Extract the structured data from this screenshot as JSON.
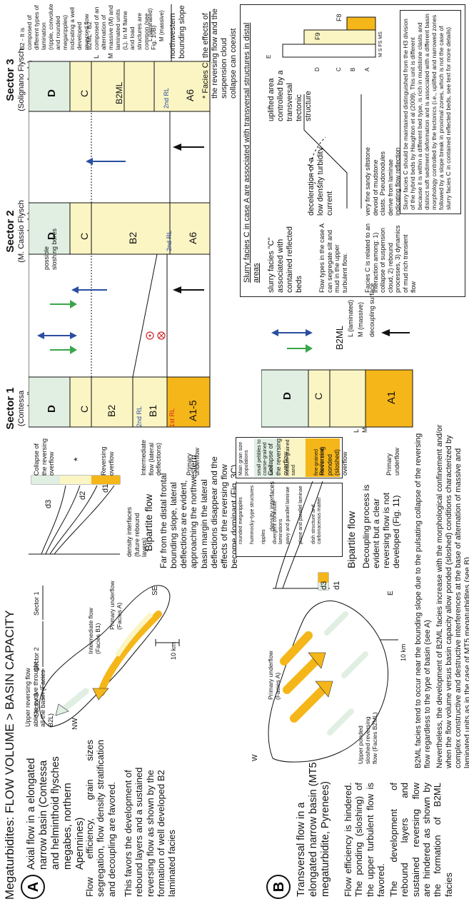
{
  "title": "Megaturbidites: FLOW VOLUME > BASIN CAPACITY",
  "colors": {
    "yellow": "#f5b619",
    "paleYellow": "#fbf5c4",
    "paleGreen": "#e1efe3",
    "green": "#3aa64a",
    "blue": "#2a4ea0",
    "red": "#d3262a"
  },
  "panelA": {
    "badge": "A",
    "heading": "Axial flow in a elongated narrow basin (Contessa and helminthoid flysches megabes, northern Apennines)",
    "para1": "Flow efficiency, grain sizes segregation, flow density stratification and decoupling are favored.",
    "para2": "This favors the development of rebound layers and a sustained reversing flow as shown by the formation of well developed B2 laminated facies",
    "map": {
      "upper_reversing": "Upper reversing flow able to evolve throught all the basin (Facies B2L)",
      "nw": "NW",
      "se": "SE",
      "sector3": "Sector 3",
      "sector2": "Sector 2",
      "sector1": "Sector 1",
      "intermediate": "Intermediate flow (Facies B1)",
      "primary": "Primary underflow (Facies A)",
      "scale": "10 km"
    },
    "bipartite": {
      "density": "density interfaces (future rebound layers)",
      "d3": "d3",
      "d2": "d2",
      "d1": "d1",
      "title": "Bipartite flow",
      "text": "Far from the distal frontal bounding slope, lateral deflections are evident, approaching the northwestern basin margin the lateral deflections disappear and the effects of the reversing flow become dominant (Fig. 3C)"
    },
    "legend": {
      "s1": "rounded megaripples",
      "s2": "hummocky-type structures",
      "s3": "ripples",
      "s4": "divergent convolute laminations",
      "s5": "wavy and parallel laminae",
      "s6": "plane and parallel laminae",
      "s7": "dish structure and carbonaceous matter",
      "g_head": "Main grain size populations",
      "g1": "small pebbles to coarse-grained sand",
      "g2": "medium-grained sand",
      "g3": "fine-grained sand to mud"
    },
    "sectors": {
      "s1_title": "Sector 1",
      "s1_sub": "(Contessa megabed)",
      "s2_title": "Sector 2",
      "s2_sub": "(M. Cassio Flysch megabeds)",
      "s3_title": "Sector 3",
      "s3_sub": "(Solignano Flysch megabeds)",
      "collapse": "Collapse of the reversing overflow",
      "reversing": "Reversing overflow",
      "intermediate": "Intermediate flow (lateral deflections)",
      "primary": "Primary underflow",
      "star": "*",
      "sloshing": "possible sloshing bores",
      "D": "D",
      "C": "C",
      "B2": "B2",
      "B1": "B1",
      "A15": "A1-5",
      "A6": "A6",
      "rl2": "2nd RL",
      "rl1": "1st RL",
      "b2ml": "B2ML",
      "L": "L",
      "M": "M"
    },
    "right": {
      "b2": "B2 - It is composed of different types of lamination (ripple, convolute and rounded megaripples) indicating a well developed reversed flow",
      "b2ml": "B2ML - B2 composed of an alternation of massive (M) and laminated units (L). In M flame and load structures are common (see Fig. 10B)",
      "lam": "L (laminated)",
      "mas": "M (massive)",
      "nw_slope": "northwestern bounding slope",
      "facies_c": "* Facies C: the effects of the reversing flow and the suspension cloud collapse can coexist"
    }
  },
  "panelB": {
    "badge": "B",
    "heading": "Transversal flow in a elongated narrow basin (MT5 megaturbidite, Pyrenees)",
    "para1": "Flow efficiency is hindered. The ponding (sloshing) of the upper turbulent flow is favored.",
    "para2": "The development of rebound layers and sustained reversing flow are hindered as shown by the formation of B2ML facies",
    "map": {
      "w": "W",
      "e": "E",
      "upper": "Upper ponded sloshed reversing flow (Facies B2ML)",
      "primary": "Primary underflow (Facies A)",
      "scale": "10 km"
    },
    "bipartite": {
      "density": "density interfaces",
      "d3": "d3",
      "d1": "d1",
      "title": "Bipartite flow",
      "text": "Decoupling process is evident but a clear reversing flow is not developed (Fig. 11)"
    },
    "bottom1": "B2ML facies tend to occur near the bounding slope due to the pulsating collapse of the reversing flow regardless to the type of basin (see A)",
    "bottom2": "Nevertheless, the development of B2ML facies increase with the morphological confinement and/or when the flow volume versus basin capacity allow ponded (sloshed) conditions characterized by complex constructive and destructive interferences at the base of alternation of massive and laminated units as in the case of MT5 megaturbidites (see B)",
    "column": {
      "collapse": "Collapse of the reversing overflow",
      "reversing": "Reversing ponded (sloshed) overflow",
      "primary": "Primary underflow",
      "D": "D",
      "C": "C",
      "A1": "A1",
      "L": "L",
      "M": "M",
      "b2ml": "B2ML",
      "lam": "L (laminated)",
      "mas": "M (massive)",
      "decoupling": "decoupling surface"
    },
    "slurry": {
      "title": "Slurry facies C in case A are associated with transversal structures in distal areas",
      "s1": "slurry facies \"C\" associated with contained reflected beds",
      "s2": "Flow types in the case A can segregate silt and mud in the upper turbulent flow.",
      "s3": "Facies C is related to an interaction among: 1) collapse of suspension cloud, 2) rebound processes, 3) dynamics of mud rich transient flow",
      "decel": "deceleration of a low density turbidity current",
      "uplift": "uplifted area controlled by a transversal tectonic structure",
      "silt": "very fine sandy siltstone devoid of mudstone clasts. Pseudonodules derive from laminae indicating flow reflection",
      "f9": "F9",
      "f8": "F8",
      "e": "E",
      "scale": "M S FS MS",
      "colD": "D",
      "colC": "C",
      "colB": "B",
      "colA": "A",
      "box": "Slurry facies C should be maintained distinguished from the H3 division of the hybrid beds by Haughton et al (2009). This unit is different because it is within a different bed type, is rich in mudstone clasts and distinct soft sediment deformation and is associated with a different basin morphology controlled by the tectonics (i.e., uplifted and narrowed zones followed by a slope break in proximal zones, which is not the case of slurry facies C in contained reflected beds, see text for more details)"
    }
  }
}
